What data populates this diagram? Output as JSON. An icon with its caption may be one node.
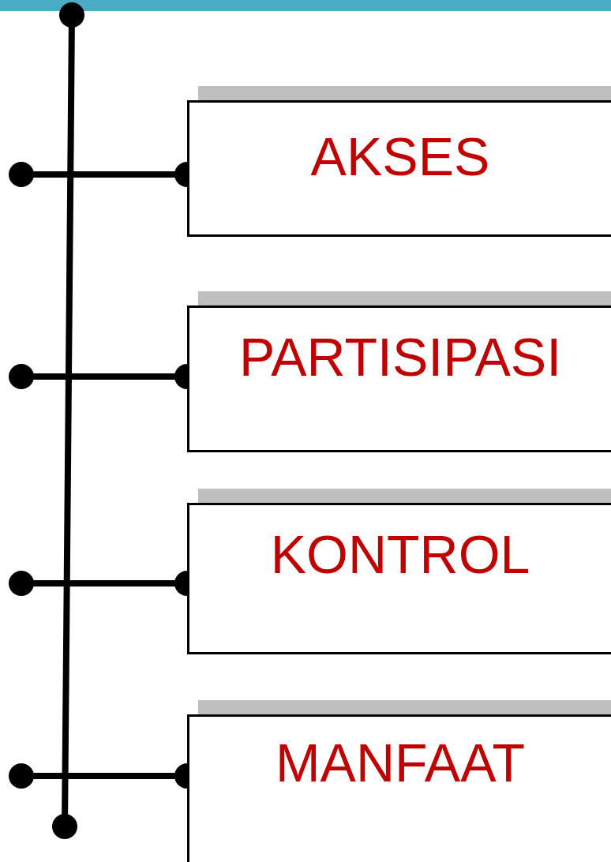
{
  "diagram": {
    "nodes": [
      {
        "text": [
          "AKSES"
        ]
      },
      {
        "text": [
          "PARTISIPASI"
        ]
      },
      {
        "text": [
          "KONTROL"
        ]
      },
      {
        "text": [
          "MANFAAT"
        ]
      }
    ],
    "edges": [
      {
        "from": null,
        "to": 0,
        "arrow": "other"
      },
      {
        "from": null,
        "to": 1,
        "arrow": "other"
      },
      {
        "from": null,
        "to": 2,
        "arrow": "other"
      },
      {
        "from": null,
        "to": 3,
        "arrow": "other"
      }
    ]
  }
}
